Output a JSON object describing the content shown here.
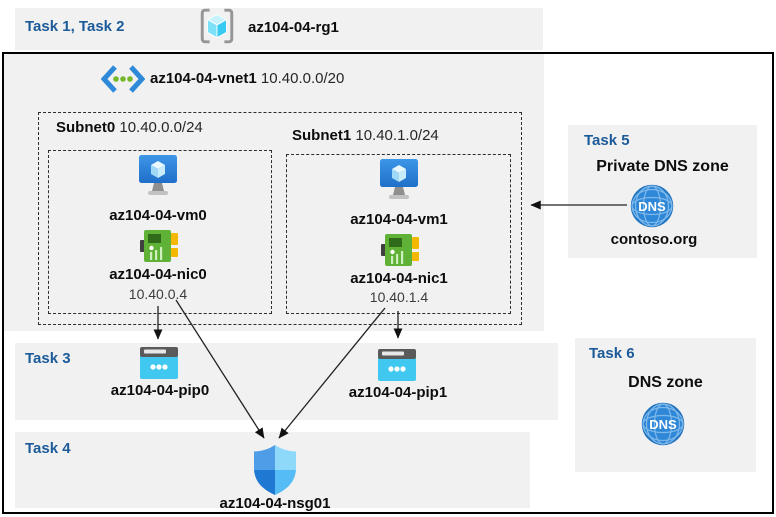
{
  "colors": {
    "accent_blue": "#1C5B99",
    "panel_bg": "#F1F1F1",
    "frame_border": "#000000",
    "vm_blue": "#2E86DE",
    "nic_green": "#5FB235",
    "pip_cyan": "#41C8F0",
    "dns_blue": "#2F87D8"
  },
  "header": {
    "tasks_label": "Task 1, Task 2",
    "resource_group": "az104-04-rg1"
  },
  "vnet": {
    "name": "az104-04-vnet1",
    "cidr": "10.40.0.0/20"
  },
  "subnets": [
    {
      "name": "Subnet0",
      "cidr": "10.40.0.0/24",
      "vm": "az104-04-vm0",
      "nic": "az104-04-nic0",
      "nic_ip": "10.40.0.4"
    },
    {
      "name": "Subnet1",
      "cidr": "10.40.1.0/24",
      "vm": "az104-04-vm1",
      "nic": "az104-04-nic1",
      "nic_ip": "10.40.1.4"
    }
  ],
  "task3": {
    "label": "Task 3",
    "public_ips": [
      "az104-04-pip0",
      "az104-04-pip1"
    ]
  },
  "task4": {
    "label": "Task 4",
    "nsg": "az104-04-nsg01"
  },
  "task5": {
    "label": "Task 5",
    "title": "Private DNS zone",
    "zone_name": "contoso.org",
    "dns_badge": "DNS"
  },
  "task6": {
    "label": "Task 6",
    "title": "DNS zone",
    "dns_badge": "DNS"
  },
  "icons": {
    "resource_group": "bracketed-cube",
    "vnet": "chevrons-with-dots",
    "vm": "monitor-with-cube",
    "nic": "green-network-card",
    "public_ip": "cyan-browser-dots",
    "nsg": "quadrant-shield",
    "dns": "blue-globe-dns"
  }
}
